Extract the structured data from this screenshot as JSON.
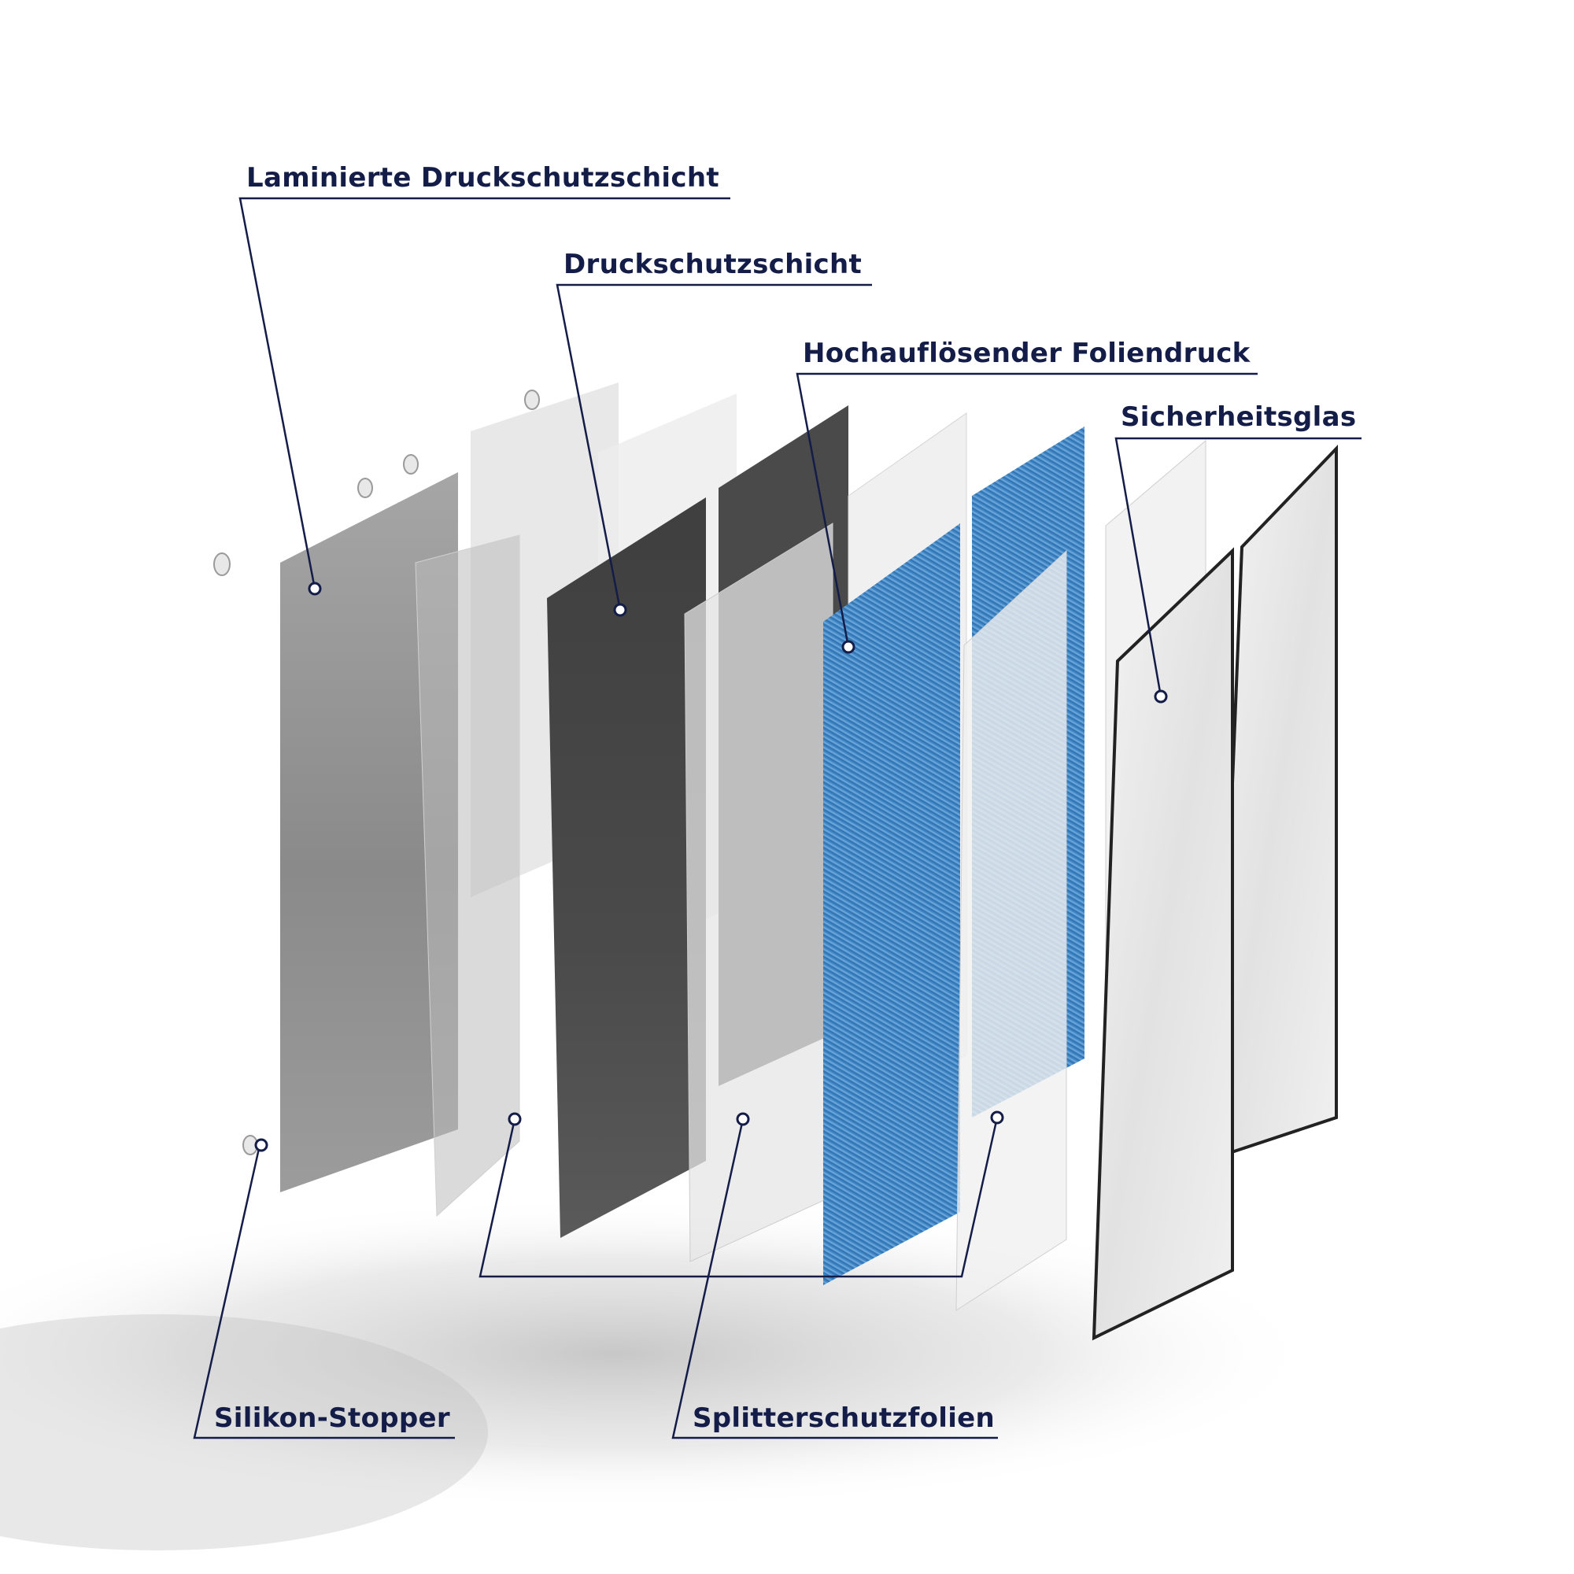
{
  "diagram": {
    "labels": {
      "laminated_layer": "Laminierte Druckschutzschicht",
      "protection_layer": "Druckschutzschicht",
      "print_film": "Hochauflösender Foliendruck",
      "safety_glass": "Sicherheitsglas",
      "silicone_stopper": "Silikon-Stopper",
      "splinter_films": "Splitterschutzfolien"
    },
    "colors": {
      "label_text": "#141c48",
      "leader_line": "#141c48",
      "print_blue": "#3f86c6",
      "dark_layer": "#414141",
      "grey_layer": "#8e8e8e"
    }
  }
}
